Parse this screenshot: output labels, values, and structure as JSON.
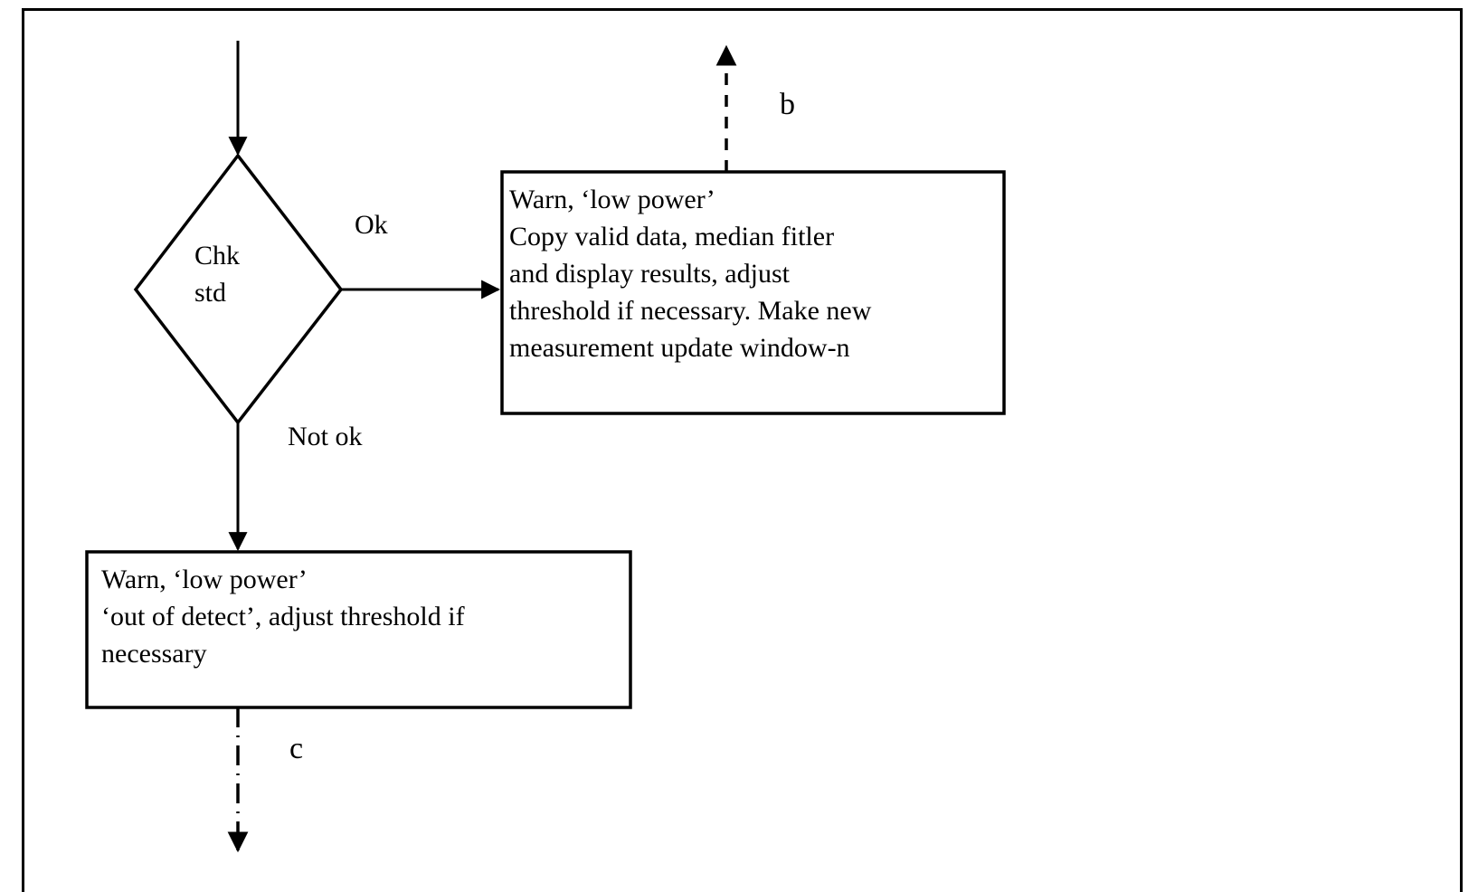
{
  "diagram": {
    "type": "flowchart",
    "title": "Low power check flowchart fragment",
    "frame": {
      "border_color": "#000000",
      "background": "#ffffff"
    },
    "line_color": "#000000",
    "nodes": [
      {
        "id": "decision-chk-std",
        "shape": "diamond",
        "name": "decision-chk-std",
        "text": "Chk\nstd"
      },
      {
        "id": "process-ok",
        "shape": "rectangle",
        "name": "process-ok",
        "text": "Warn, ‘low power’\nCopy valid data, median fitler\nand display results, adjust\nthreshold if necessary. Make new\nmeasurement update window-n"
      },
      {
        "id": "process-not-ok",
        "shape": "rectangle",
        "name": "process-not-ok",
        "text": "Warn, ‘low power’\n‘out of detect’, adjust threshold if\nnecessary"
      }
    ],
    "edge_labels": {
      "ok": "Ok",
      "not_ok": "Not ok"
    },
    "connectors": {
      "b": "b",
      "c": "c"
    },
    "edges": [
      {
        "id": "edge-in-top",
        "from": "(external above)",
        "to": "decision-chk-std",
        "style": "solid",
        "arrow": "down",
        "label": ""
      },
      {
        "id": "edge-ok",
        "from": "decision-chk-std",
        "to": "process-ok",
        "style": "solid",
        "arrow": "right",
        "label": "Ok"
      },
      {
        "id": "edge-not-ok",
        "from": "decision-chk-std",
        "to": "process-not-ok",
        "style": "solid",
        "arrow": "down",
        "label": "Not ok"
      },
      {
        "id": "edge-b",
        "from": "process-ok",
        "to": "connector-b",
        "style": "dashed",
        "arrow": "up",
        "label": "b"
      },
      {
        "id": "edge-c",
        "from": "process-not-ok",
        "to": "connector-c",
        "style": "dash-dot",
        "arrow": "down",
        "label": "c"
      }
    ]
  }
}
